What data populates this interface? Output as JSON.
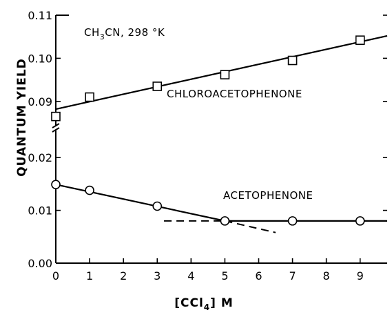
{
  "chart_data": {
    "type": "scatter",
    "xlabel_main": "[CCl",
    "xlabel_sub": "4",
    "xlabel_tail": "] M",
    "ylabel": "QUANTUM  YIELD",
    "conditions_main": "CH",
    "conditions_sub": "3",
    "conditions_tail": "CN, 298 °K",
    "xlim": [
      0,
      9.8
    ],
    "x_ticks": [
      0,
      1,
      2,
      3,
      4,
      5,
      6,
      7,
      8,
      9
    ],
    "upper_ylim": [
      0.085,
      0.11
    ],
    "upper_ticks": [
      "0.09",
      "0.10",
      "0.11"
    ],
    "lower_ylim": [
      0.0,
      0.025
    ],
    "lower_ticks": [
      "0.00",
      "0.01",
      "0.02"
    ],
    "axis_break": true,
    "series": [
      {
        "name": "CHLOROACETOPHENONE",
        "marker": "square",
        "panel": "upper",
        "x": [
          0,
          1,
          3,
          5,
          7,
          9
        ],
        "y": [
          0.0865,
          0.091,
          0.0935,
          0.0962,
          0.0995,
          0.1042
        ],
        "fit": {
          "x": [
            0,
            9.8
          ],
          "y": [
            0.0882,
            0.1052
          ]
        }
      },
      {
        "name": "ACETOPHENONE",
        "marker": "circle",
        "panel": "lower",
        "x": [
          0,
          1,
          3,
          5,
          7,
          9
        ],
        "y": [
          0.0149,
          0.0138,
          0.0108,
          0.008,
          0.008,
          0.008
        ],
        "fit": {
          "x": [
            0,
            5
          ],
          "y": [
            0.0149,
            0.008
          ]
        },
        "plateau": {
          "x": [
            5,
            9.8
          ],
          "y": [
            0.008,
            0.008
          ]
        },
        "dashed_plateau": {
          "x": [
            3.2,
            5
          ],
          "y": [
            0.008,
            0.008
          ]
        },
        "dashed_extension": {
          "x": [
            5,
            6.5
          ],
          "y": [
            0.008,
            0.0058
          ]
        }
      }
    ]
  }
}
